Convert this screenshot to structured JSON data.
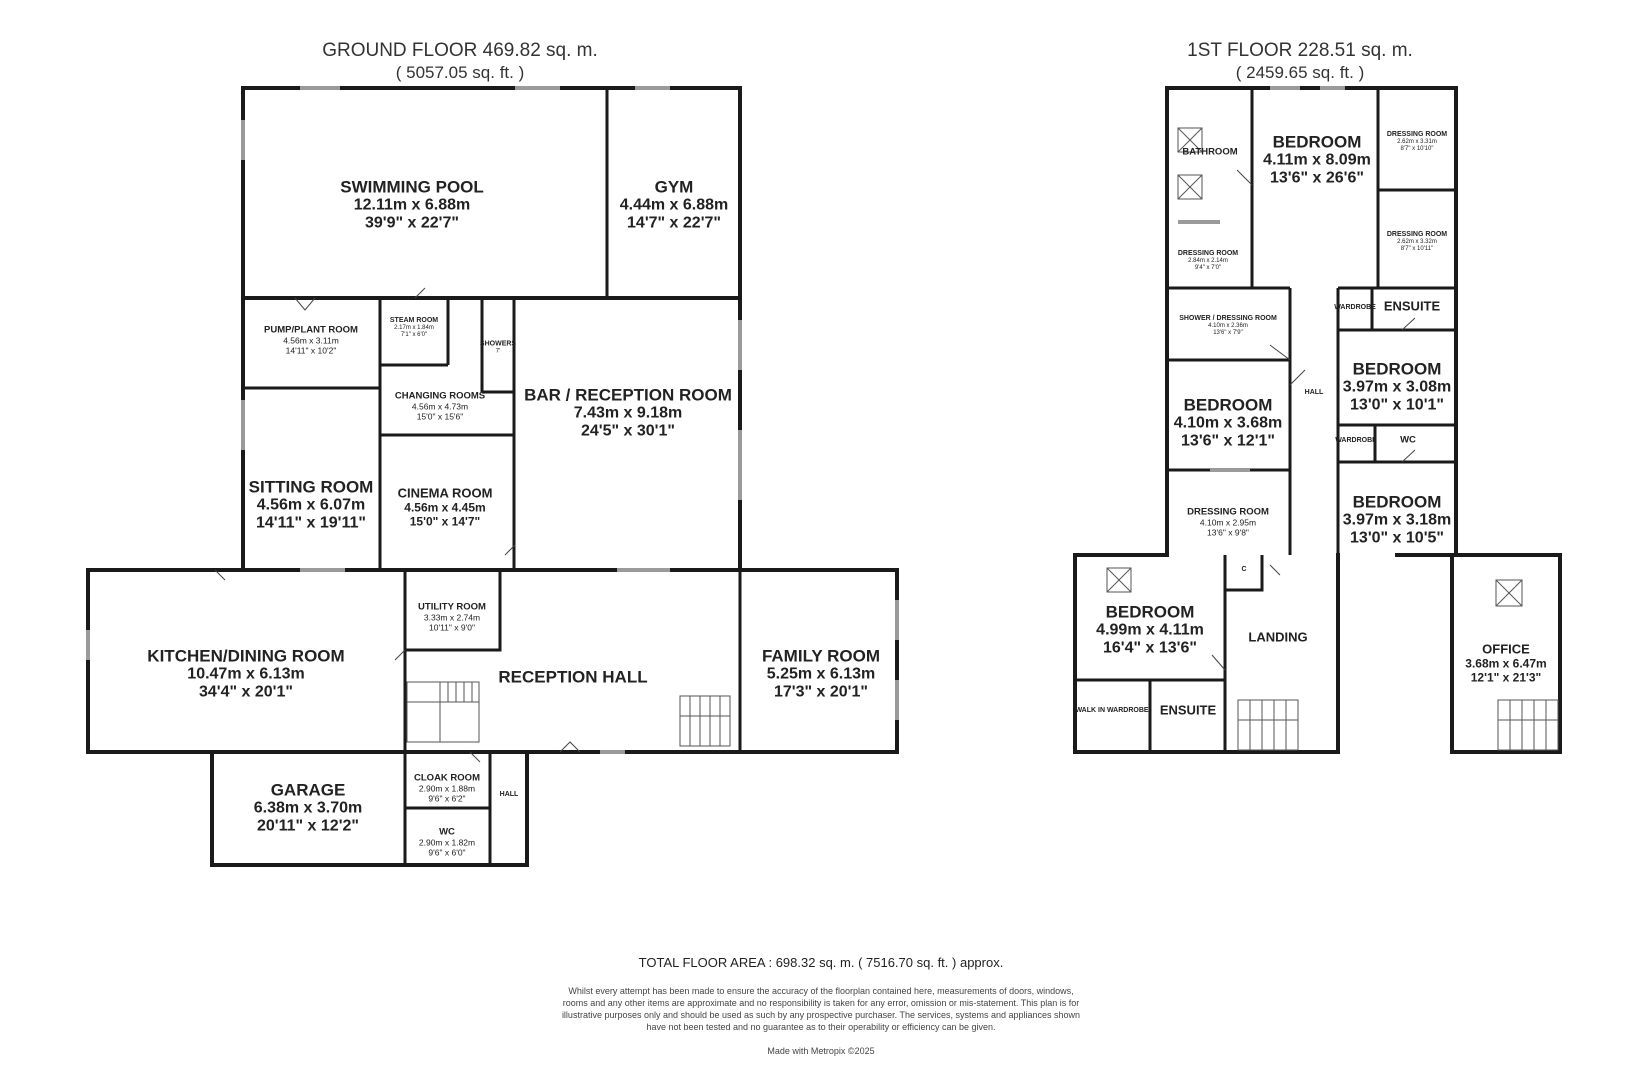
{
  "ground_floor": {
    "title": "GROUND FLOOR 469.82 sq. m.",
    "subtitle": "( 5057.05 sq. ft. )",
    "rooms": {
      "swimming_pool": {
        "name": "SWIMMING POOL",
        "metric": "12.11m x 6.88m",
        "imperial": "39'9\" x 22'7\""
      },
      "gym": {
        "name": "GYM",
        "metric": "4.44m x 6.88m",
        "imperial": "14'7\" x 22'7\""
      },
      "pump_plant": {
        "name": "PUMP/PLANT ROOM",
        "metric": "4.56m x 3.11m",
        "imperial": "14'11\" x 10'2\""
      },
      "steam": {
        "name": "STEAM ROOM",
        "metric": "2.17m x 1.84m",
        "imperial": "7'1\" x 6'0\""
      },
      "showers": {
        "name": "SHOWERS",
        "metric": "",
        "imperial": "7'"
      },
      "changing": {
        "name": "CHANGING ROOMS",
        "metric": "4.56m x 4.73m",
        "imperial": "15'0\" x 15'6\""
      },
      "bar": {
        "name": "BAR / RECEPTION ROOM",
        "metric": "7.43m x 9.18m",
        "imperial": "24'5\" x 30'1\""
      },
      "sitting": {
        "name": "SITTING ROOM",
        "metric": "4.56m x 6.07m",
        "imperial": "14'11\" x 19'11\""
      },
      "cinema": {
        "name": "CINEMA ROOM",
        "metric": "4.56m x 4.45m",
        "imperial": "15'0\" x 14'7\""
      },
      "kitchen": {
        "name": "KITCHEN/DINING ROOM",
        "metric": "10.47m x 6.13m",
        "imperial": "34'4\" x 20'1\""
      },
      "utility": {
        "name": "UTILITY ROOM",
        "metric": "3.33m x 2.74m",
        "imperial": "10'11\" x 9'0\""
      },
      "reception_hall": {
        "name": "RECEPTION HALL"
      },
      "family": {
        "name": "FAMILY ROOM",
        "metric": "5.25m x 6.13m",
        "imperial": "17'3\" x 20'1\""
      },
      "garage": {
        "name": "GARAGE",
        "metric": "6.38m x 3.70m",
        "imperial": "20'11\" x 12'2\""
      },
      "cloak": {
        "name": "CLOAK ROOM",
        "metric": "2.90m x 1.88m",
        "imperial": "9'6\" x 6'2\""
      },
      "wc": {
        "name": "WC",
        "metric": "2.90m x 1.82m",
        "imperial": "9'6\" x 6'0\""
      },
      "hall": {
        "name": "HALL"
      }
    }
  },
  "first_floor": {
    "title": "1ST FLOOR 228.51 sq. m.",
    "subtitle": "( 2459.65 sq. ft. )",
    "rooms": {
      "bathroom": {
        "name": "BATHROOM"
      },
      "bedroom1": {
        "name": "BEDROOM",
        "metric": "4.11m x 8.09m",
        "imperial": "13'6\" x 26'6\""
      },
      "dressing_a": {
        "name": "DRESSING ROOM",
        "metric": "2.62m x 3.31m",
        "imperial": "8'7\" x 10'10\""
      },
      "dressing_b": {
        "name": "DRESSING ROOM",
        "metric": "2.84m x 2.14m",
        "imperial": "9'4\" x 7'0\""
      },
      "dressing_c": {
        "name": "DRESSING ROOM",
        "metric": "2.62m x 3.32m",
        "imperial": "8'7\" x 10'11\""
      },
      "wardrobe1": {
        "name": "WARDROBE"
      },
      "ensuite1": {
        "name": "ENSUITE"
      },
      "shower_dressing": {
        "name": "SHOWER / DRESSING ROOM",
        "metric": "4.10m x 2.36m",
        "imperial": "13'6\" x 7'9\""
      },
      "hall": {
        "name": "HALL"
      },
      "bedroom2": {
        "name": "BEDROOM",
        "metric": "3.97m x 3.08m",
        "imperial": "13'0\" x 10'1\""
      },
      "bedroom3": {
        "name": "BEDROOM",
        "metric": "4.10m x 3.68m",
        "imperial": "13'6\" x 12'1\""
      },
      "wardrobe2": {
        "name": "WARDROBE"
      },
      "wc": {
        "name": "WC"
      },
      "dressing_d": {
        "name": "DRESSING ROOM",
        "metric": "4.10m x 2.95m",
        "imperial": "13'6\" x 9'8\""
      },
      "bedroom4": {
        "name": "BEDROOM",
        "metric": "3.97m x 3.18m",
        "imperial": "13'0\" x 10'5\""
      },
      "c": {
        "name": "C"
      },
      "bedroom5": {
        "name": "BEDROOM",
        "metric": "4.99m x 4.11m",
        "imperial": "16'4\" x 13'6\""
      },
      "landing": {
        "name": "LANDING"
      },
      "walk_in": {
        "name": "WALK IN WARDROBE"
      },
      "ensuite2": {
        "name": "ENSUITE"
      },
      "office": {
        "name": "OFFICE",
        "metric": "3.68m x 6.47m",
        "imperial": "12'1\" x 21'3\""
      }
    }
  },
  "footer": {
    "total": "TOTAL FLOOR AREA : 698.32 sq. m. ( 7516.70 sq. ft. ) approx.",
    "disclaimer": "Whilst every attempt has been made to ensure the accuracy of the floorplan contained here, measurements of doors, windows, rooms and any other items are approximate and no responsibility is taken for any error, omission or mis-statement. This plan is for illustrative purposes only and should be used as such by any prospective purchaser. The services, systems and appliances shown have not been tested and no guarantee as to their operability or efficiency can be given.",
    "credit": "Made with Metropix ©2025"
  }
}
